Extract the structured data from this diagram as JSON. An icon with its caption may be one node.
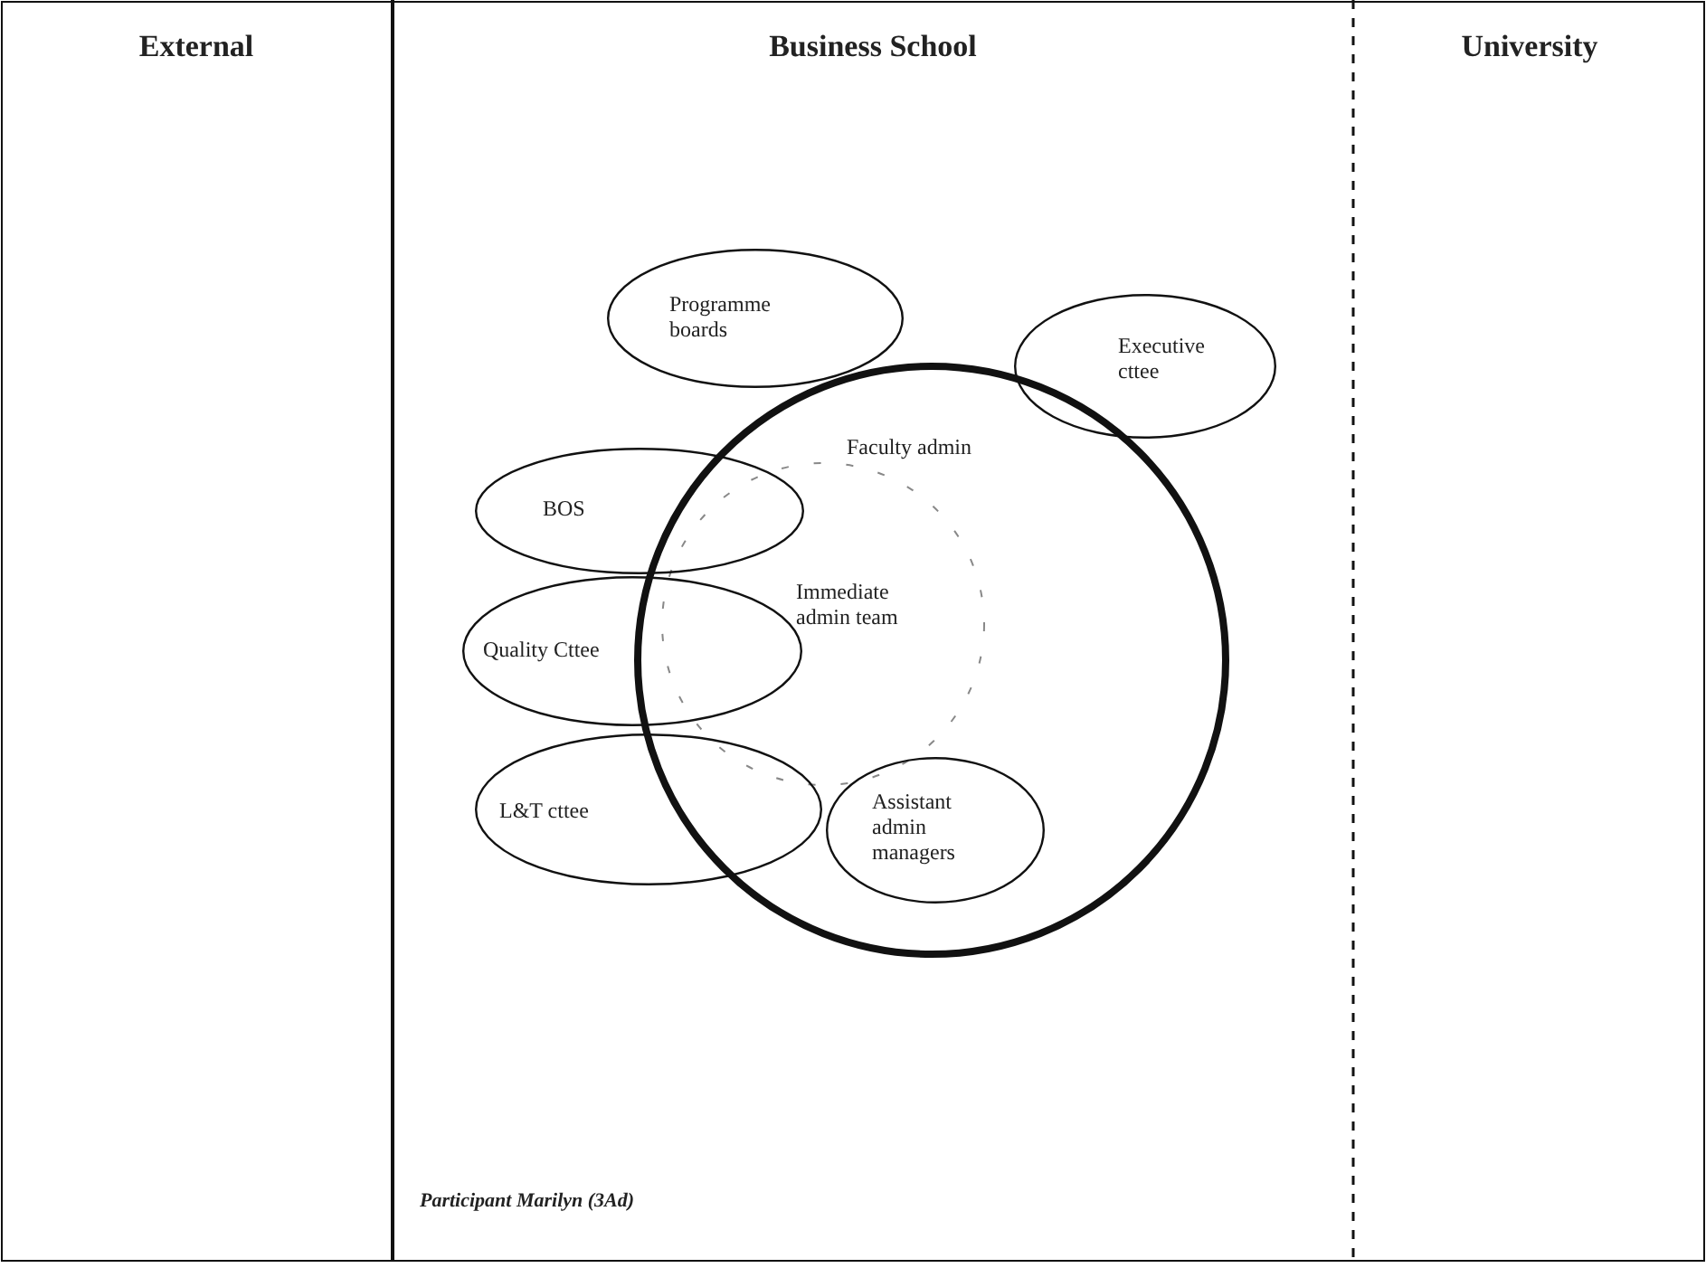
{
  "diagram": {
    "nodes": [
      {
        "text": [
          "External"
        ]
      },
      {
        "text": [
          "Business School"
        ]
      },
      {
        "text": [
          "University"
        ]
      },
      {
        "text": [
          "Programme boards"
        ],
        "in": 1
      },
      {
        "text": [
          "Executive cttee"
        ],
        "in": 1
      },
      {
        "text": [
          "Faculty admin"
        ],
        "in": 1
      },
      {
        "text": [
          "BOS"
        ],
        "in": 1
      },
      {
        "text": [
          "Immediate admin team"
        ],
        "in": 5
      },
      {
        "text": [
          "Quality Cttee"
        ],
        "in": 1
      },
      {
        "text": [
          "L&T cttee"
        ],
        "in": 1
      },
      {
        "text": [
          "Assistant admin managers"
        ],
        "in": 5
      }
    ],
    "labels": [
      "Participant Marilyn (3Ad)"
    ]
  }
}
